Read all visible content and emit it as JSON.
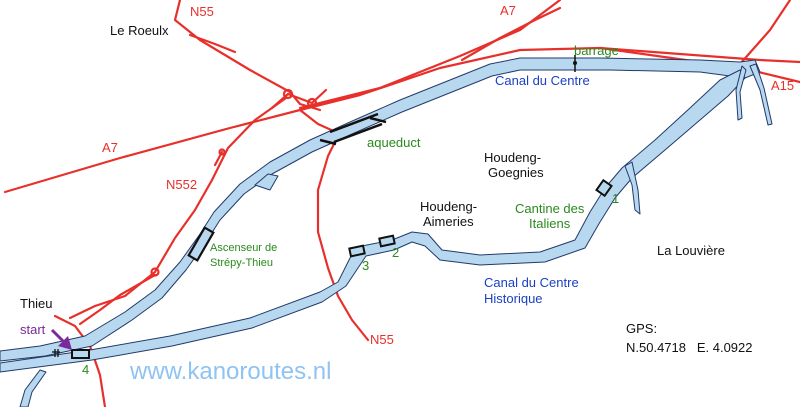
{
  "places": {
    "le_roeulx": "Le Roeulx",
    "houdeng_goegnies_1": "Houdeng-",
    "houdeng_goegnies_2": "Goegnies",
    "houdeng_aimeries_1": "Houdeng-",
    "houdeng_aimeries_2": "Aimeries",
    "la_louviere": "La Louvière",
    "thieu": "Thieu"
  },
  "roads": {
    "n55_top": "N55",
    "a7_top": "A7",
    "a7_left": "A7",
    "a15": "A15",
    "n552": "N552",
    "n55_bottom": "N55"
  },
  "waterways": {
    "canal_du_centre": "Canal du Centre",
    "historique_1": "Canal du Centre",
    "historique_2": "Historique"
  },
  "features": {
    "barrage": "barrage",
    "aqueduct": "aqueduct",
    "ascenseur_1": "Ascenseur de",
    "ascenseur_2": "Strépy-Thieu",
    "cantine_1": "Cantine des",
    "cantine_2": "Italiens",
    "start": "start"
  },
  "locks": {
    "lock1": "1",
    "lock2": "2",
    "lock3": "3",
    "lock4": "4"
  },
  "gps": {
    "label": "GPS:",
    "coords": "N.50.4718   E. 4.0922"
  },
  "watermark": "www.kanoroutes.nl",
  "colors": {
    "road": "#e8302a",
    "water_fill": "#b8d8f0",
    "water_edge": "#223a6a",
    "canal_label": "#1a3fc4",
    "feature_label": "#2a8a1e",
    "start_arrow": "#7a2a9a"
  }
}
